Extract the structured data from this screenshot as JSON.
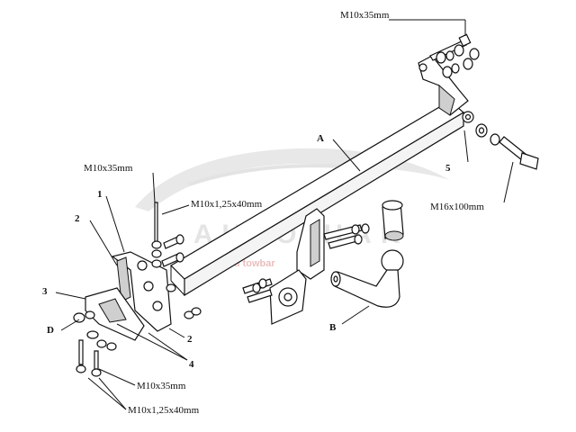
{
  "watermark": {
    "brand": "AUTO-HAK",
    "tagline": "hak and towbar"
  },
  "labels": {
    "bolt_top": "M10x35mm",
    "bolt_left_top": "M10x35mm",
    "bolt_left_mid": "M10x1,25x40mm",
    "bolt_right": "M16x100mm",
    "bolt_bottom_1": "M10x35mm",
    "bolt_bottom_2": "M10x1,25x40mm"
  },
  "callouts": {
    "a": "A",
    "b": "B",
    "d": "D",
    "n1": "1",
    "n2_upper": "2",
    "n2_lower": "2",
    "n3": "3",
    "n4": "4",
    "n5": "5"
  }
}
